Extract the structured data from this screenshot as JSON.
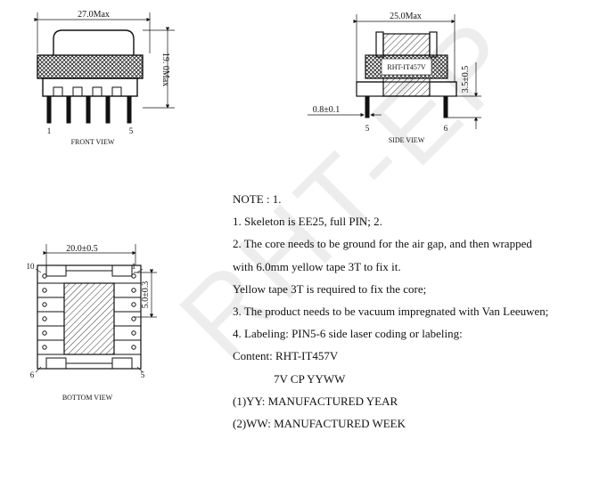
{
  "front_view": {
    "caption": "FRONT VIEW",
    "width_dim": "27.0Max",
    "height_dim": "19. 0Max",
    "pin_left": "1",
    "pin_right": "5"
  },
  "side_view": {
    "caption": "SIDE VIEW",
    "width_dim": "25.0Max",
    "height_dim": "3.5±0.5",
    "pin_dim": "0.8±0.1",
    "label_text": "RHT-IT457V",
    "pin_left": "5",
    "pin_right": "6"
  },
  "bottom_view": {
    "caption": "BOTTOM VIEW",
    "width_dim": "20.0±0.5",
    "height_dim": "5.0±0.3",
    "pin_tl": "10",
    "pin_tr": "1",
    "pin_bl": "6",
    "pin_br": "5"
  },
  "notes": [
    "NOTE : 1.",
    "1. Skeleton is EE25, full PIN; 2.",
    "2. The core needs to be ground for the air gap, and then wrapped",
    "with 6.0mm yellow tape 3T to fix it.",
    "Yellow tape 3T is required to fix the core;",
    "3. The product needs to be vacuum impregnated with Van Leeuwen;",
    "4. Labeling: PIN5-6 side laser coding or labeling:",
    "Content: RHT-IT457V",
    "7V CP YYWW",
    "(1)YY: MANUFACTURED YEAR",
    "(2)WW: MANUFACTURED WEEK"
  ],
  "watermark": "RHT-EP"
}
